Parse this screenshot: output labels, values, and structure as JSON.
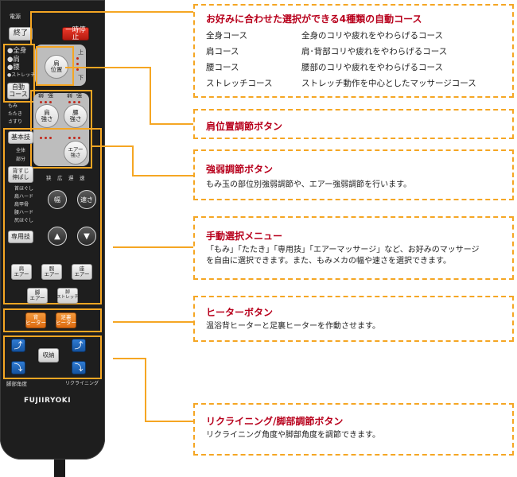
{
  "remote": {
    "power_label": "電源",
    "end_button": "終了",
    "stop_button": "一時停止",
    "auto_courses": [
      "全身",
      "肩",
      "腰",
      "ストレッチ"
    ],
    "auto_course_button": "自動\nコース",
    "shoulder_position_button": "肩\n位置",
    "shoulder_up": "上",
    "shoulder_down": "下",
    "strength_scale": [
      "弱",
      "強",
      "弱",
      "強"
    ],
    "shoulder_strength_button": "肩\n強さ",
    "waist_strength_button": "腰\n強さ",
    "air_strength_button": "エアー\n強さ",
    "technique_labels": [
      "もみ",
      "たたき",
      "さすり"
    ],
    "basic_technique_button": "基本技",
    "basic_sub": [
      "全体",
      "部分"
    ],
    "stretch_button": "背すじ\n伸ばし",
    "manual_header": [
      "狭",
      "広",
      "遅",
      "速"
    ],
    "width_button": "幅",
    "speed_button": "速さ",
    "special_labels": [
      "首ほぐし",
      "肩ハード",
      "肩甲骨",
      "腰ハード",
      "尻ほぐし"
    ],
    "special_button": "専用技",
    "up_arrow": "▲",
    "down_arrow": "▼",
    "air_buttons": [
      "肩\nエアー",
      "腕\nエアー",
      "座\nエアー",
      "脚\nエアー",
      "脚\nストレッチ"
    ],
    "heater_buttons": [
      "背\nヒーター",
      "足裏\nヒーター"
    ],
    "storage_button": "収納",
    "leg_angle_label": "脚部角度",
    "reclining_label": "リクライニング",
    "brand": "FUJIIRYOKI"
  },
  "callouts": {
    "auto": {
      "title": "お好みに合わせた選択ができる4種類の自動コース",
      "rows": [
        {
          "name": "全身コース",
          "desc": "全身のコリや疲れをやわらげるコース"
        },
        {
          "name": "肩コース",
          "desc": "肩･背部コリや疲れをやわらげるコース"
        },
        {
          "name": "腰コース",
          "desc": "腰部のコリや疲れをやわらげるコース"
        },
        {
          "name": "ストレッチコース",
          "desc": "ストレッチ動作を中心としたマッサージコース"
        }
      ]
    },
    "shoulder": {
      "title": "肩位置調節ボタン"
    },
    "strength": {
      "title": "強弱調節ボタン",
      "desc": "もみ玉の部位別強弱調節や、エアー強弱調節を行います。"
    },
    "manual": {
      "title": "手動選択メニュー",
      "desc1": "「もみ」「たたき」「専用技」「エアーマッサージ」など、お好みのマッサージ",
      "desc2": "を自由に選択できます。また、もみメカの幅や速さを選択できます。"
    },
    "heater": {
      "title": "ヒーターボタン",
      "desc": "温浴背ヒーターと足裏ヒーターを作動させます。"
    },
    "recline": {
      "title": "リクライニング/脚部調節ボタン",
      "desc": "リクライニング角度や脚部角度を調節できます。"
    }
  },
  "colors": {
    "accent": "#f5a623",
    "title_red": "#b8001c",
    "remote_body": "#1e1e1e",
    "stop_red": "#d42a1c"
  }
}
